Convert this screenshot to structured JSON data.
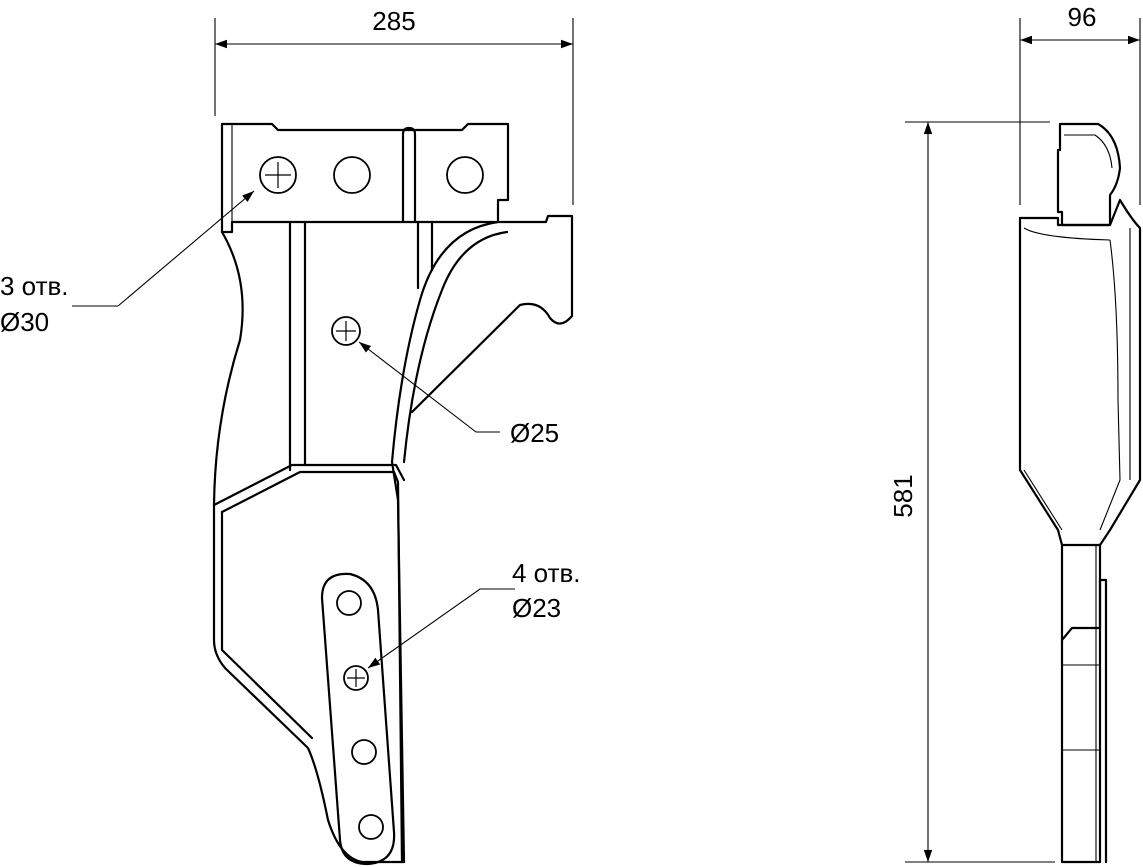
{
  "dimensions": {
    "width_front": "285",
    "width_side": "96",
    "height_side": "581"
  },
  "notes": {
    "holes_30_count": "3 отв.",
    "holes_30_dia": "Ø30",
    "hole_25_dia": "Ø25",
    "holes_23_count": "4 отв.",
    "holes_23_dia": "Ø23"
  }
}
